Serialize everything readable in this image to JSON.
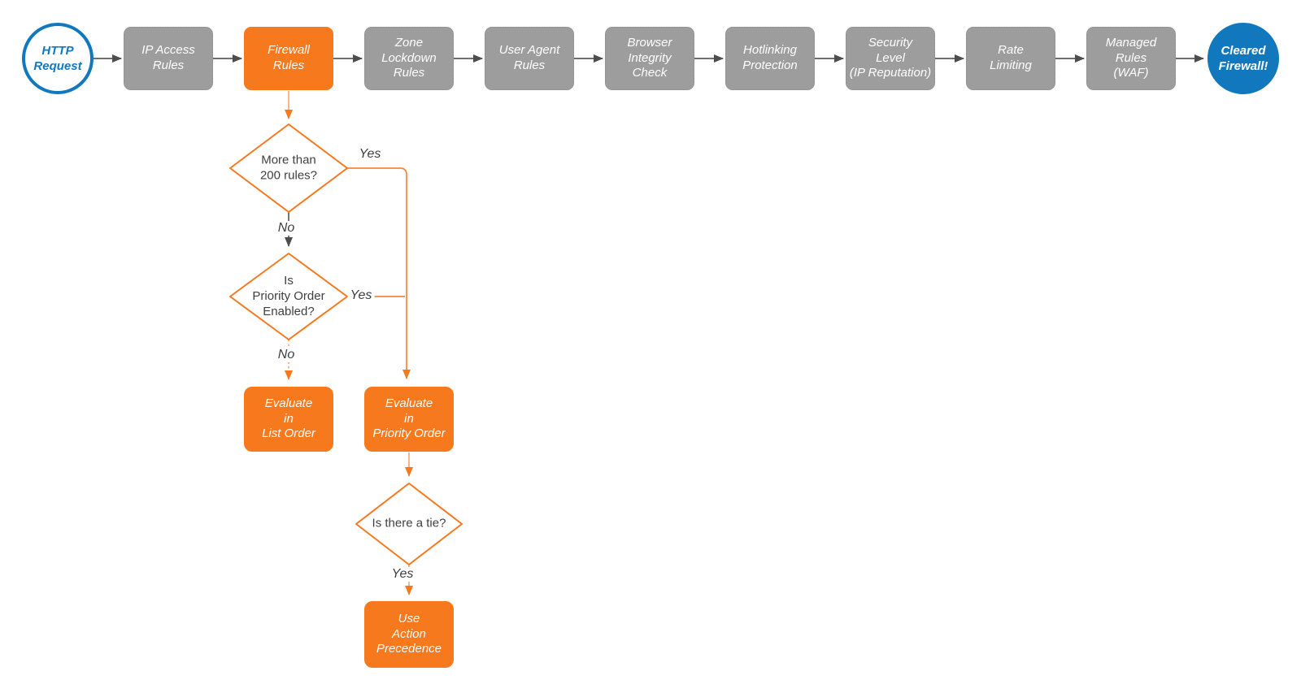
{
  "colors": {
    "orange": "#F7791E",
    "orange_light": "#F9A77C",
    "gray_node": "#9D9D9D",
    "blue": "#1278BE",
    "wire_gray": "#5B5B5B",
    "text_dark": "#3F3F3F"
  },
  "pipeline": [
    {
      "id": "http-request",
      "label": "HTTP\nRequest"
    },
    {
      "id": "ip-access-rules",
      "label": "IP Access\nRules"
    },
    {
      "id": "firewall-rules",
      "label": "Firewall\nRules"
    },
    {
      "id": "zone-lockdown-rules",
      "label": "Zone\nLockdown\nRules"
    },
    {
      "id": "user-agent-rules",
      "label": "User Agent\nRules"
    },
    {
      "id": "browser-integrity-check",
      "label": "Browser\nIntegrity\nCheck"
    },
    {
      "id": "hotlinking-protection",
      "label": "Hotlinking\nProtection"
    },
    {
      "id": "security-level",
      "label": "Security\nLevel\n(IP Reputation)"
    },
    {
      "id": "rate-limiting",
      "label": "Rate\nLimiting"
    },
    {
      "id": "managed-rules-waf",
      "label": "Managed\nRules\n(WAF)"
    },
    {
      "id": "cleared-firewall",
      "label": "Cleared\nFirewall!"
    }
  ],
  "decisions": {
    "more_than_200_rules": {
      "label": "More than\n200 rules?",
      "yes": "Yes",
      "no": "No"
    },
    "priority_order_enabled": {
      "label": "Is\nPriority Order\nEnabled?",
      "yes": "Yes",
      "no": "No"
    },
    "is_there_a_tie": {
      "label": "Is there a tie?",
      "yes": "Yes"
    }
  },
  "actions": {
    "evaluate_list_order": {
      "label": "Evaluate\nin\nList Order"
    },
    "evaluate_priority_order": {
      "label": "Evaluate\nin\nPriority Order"
    },
    "use_action_precedence": {
      "label": "Use\nAction\nPrecedence"
    }
  }
}
